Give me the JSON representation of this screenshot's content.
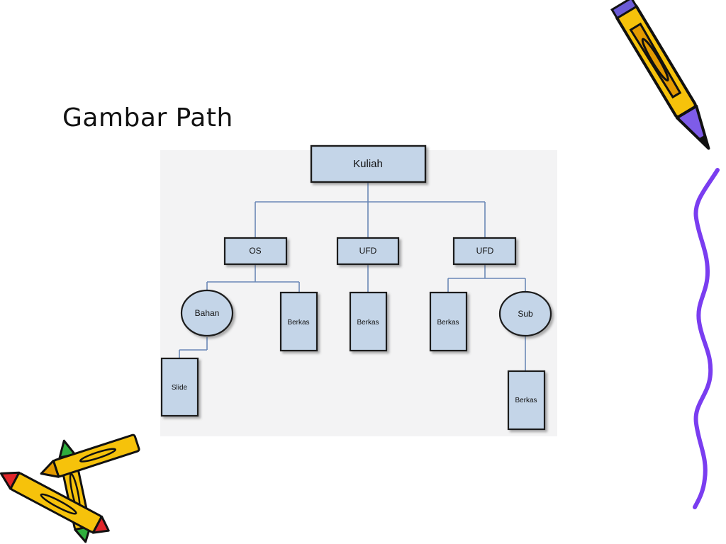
{
  "slide": {
    "title": "Gambar Path"
  },
  "diagram": {
    "root": "Kuliah",
    "os": "OS",
    "ufd1": "UFD",
    "ufd2": "UFD",
    "bahan": "Bahan",
    "slide": "Slide",
    "berkas_os": "Berkas",
    "berkas_ufd1": "Berkas",
    "berkas_ufd2": "Berkas",
    "sub": "Sub",
    "berkas_sub": "Berkas"
  },
  "colors": {
    "node_fill": "#c4d5e8",
    "node_stroke": "#1a1a1a",
    "connector": "#6b88b6",
    "pencil_yellow": "#f6c20b",
    "wavy_line": "#7a3df0"
  }
}
